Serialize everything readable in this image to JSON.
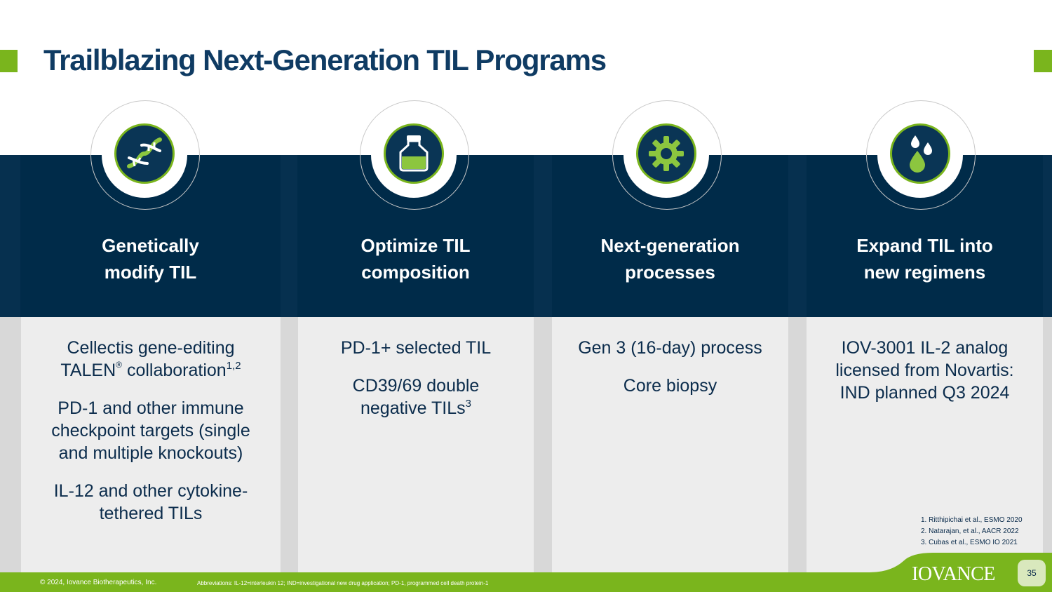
{
  "slide": {
    "title": "Trailblazing Next-Generation TIL Programs",
    "colors": {
      "navy": "#002b49",
      "green": "#7ab51d",
      "title": "#0f3b63",
      "panel": "#ededed"
    }
  },
  "columns": [
    {
      "icon": "dna-icon",
      "heading_lines": [
        "Genetically",
        "modify TIL"
      ],
      "items": [
        {
          "pre": "Cellectis gene-editing",
          "line2": "TALEN",
          "reg": "®",
          "post": " collaboration",
          "sup": "1,2"
        },
        {
          "text": "PD-1 and other immune checkpoint targets (single and multiple knockouts)"
        },
        {
          "text": "IL-12 and other cytokine-tethered TILs"
        }
      ]
    },
    {
      "icon": "flask-icon",
      "heading_lines": [
        "Optimize TIL",
        "composition"
      ],
      "items": [
        {
          "text": "PD-1+ selected TIL"
        },
        {
          "text": "CD39/69 double negative TILs",
          "sup": "3"
        }
      ]
    },
    {
      "icon": "gear-icon",
      "heading_lines": [
        "Next-generation",
        "processes"
      ],
      "items": [
        {
          "text": "Gen 3 (16-day) process"
        },
        {
          "text": "Core biopsy"
        }
      ]
    },
    {
      "icon": "droplets-icon",
      "heading_lines": [
        "Expand TIL into",
        "new regimens"
      ],
      "items": [
        {
          "text": "IOV-3001 IL-2 analog licensed from Novartis: IND planned Q3 2024"
        }
      ]
    }
  ],
  "references": [
    "1.  Ritthipichai et al., ESMO 2020",
    "2.  Natarajan, et al., AACR 2022",
    "3.  Cubas et al., ESMO IO 2021"
  ],
  "footer": {
    "copyright": "© 2024, Iovance Biotherapeutics, Inc.",
    "abbreviations": "Abbreviations: IL-12=interleukin 12; IND=investigational new drug application; PD-1, programmed cell death protein-1",
    "logo": "IOVANCE",
    "page_number": "35"
  }
}
